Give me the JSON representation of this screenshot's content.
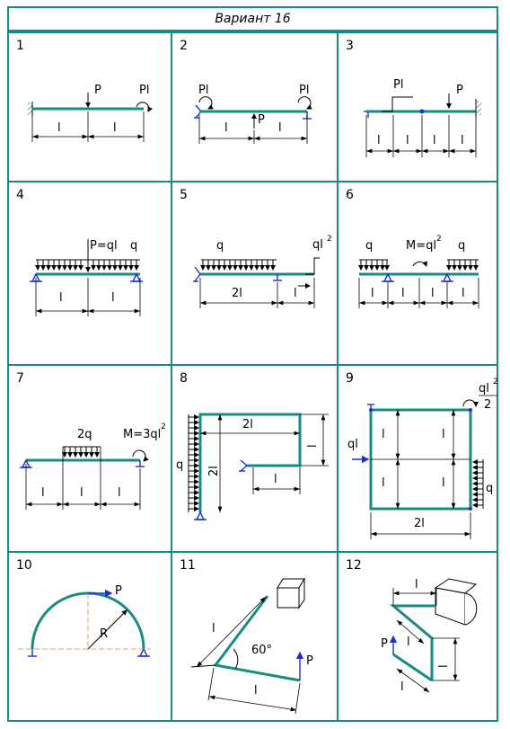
{
  "header": {
    "title": "Вариант 16"
  },
  "cells": [
    {
      "num": "1",
      "labels": {
        "p": "P",
        "m": "Pl",
        "l1": "l",
        "l2": "l"
      }
    },
    {
      "num": "2",
      "labels": {
        "m1": "Pl",
        "m2": "Pl",
        "p": "P",
        "l1": "l",
        "l2": "l"
      }
    },
    {
      "num": "3",
      "labels": {
        "m": "Pl",
        "p": "P",
        "l1": "l",
        "l2": "l",
        "l3": "l",
        "l4": "l"
      }
    },
    {
      "num": "4",
      "labels": {
        "p": "P=ql",
        "q": "q",
        "l1": "l",
        "l2": "l"
      }
    },
    {
      "num": "5",
      "labels": {
        "q": "q",
        "m": "ql",
        "exp": "2",
        "l1": "2l",
        "l2": "l"
      }
    },
    {
      "num": "6",
      "labels": {
        "q1": "q",
        "m": "M=ql",
        "exp": "2",
        "q2": "q",
        "l1": "l",
        "l2": "l",
        "l3": "l",
        "l4": "l"
      }
    },
    {
      "num": "7",
      "labels": {
        "q": "2q",
        "m": "M=3ql",
        "exp": "2",
        "l1": "l",
        "l2": "l",
        "l3": "l"
      }
    },
    {
      "num": "8",
      "labels": {
        "q": "q",
        "l1": "2l",
        "l2": "2l",
        "l3": "l",
        "l4": "l"
      }
    },
    {
      "num": "9",
      "labels": {
        "m": "ql",
        "exp": "2",
        "den": "2",
        "p": "ql",
        "q": "q",
        "l1": "l",
        "l2": "l",
        "l3": "l",
        "l4": "l",
        "l5": "2l"
      }
    },
    {
      "num": "10",
      "labels": {
        "p": "P",
        "r": "R"
      }
    },
    {
      "num": "11",
      "labels": {
        "l1": "l",
        "angle": "60°",
        "p": "P",
        "l2": "l"
      }
    },
    {
      "num": "12",
      "labels": {
        "l1": "l",
        "p": "P",
        "l2": "l",
        "l3": "l",
        "l4": "l"
      }
    }
  ]
}
